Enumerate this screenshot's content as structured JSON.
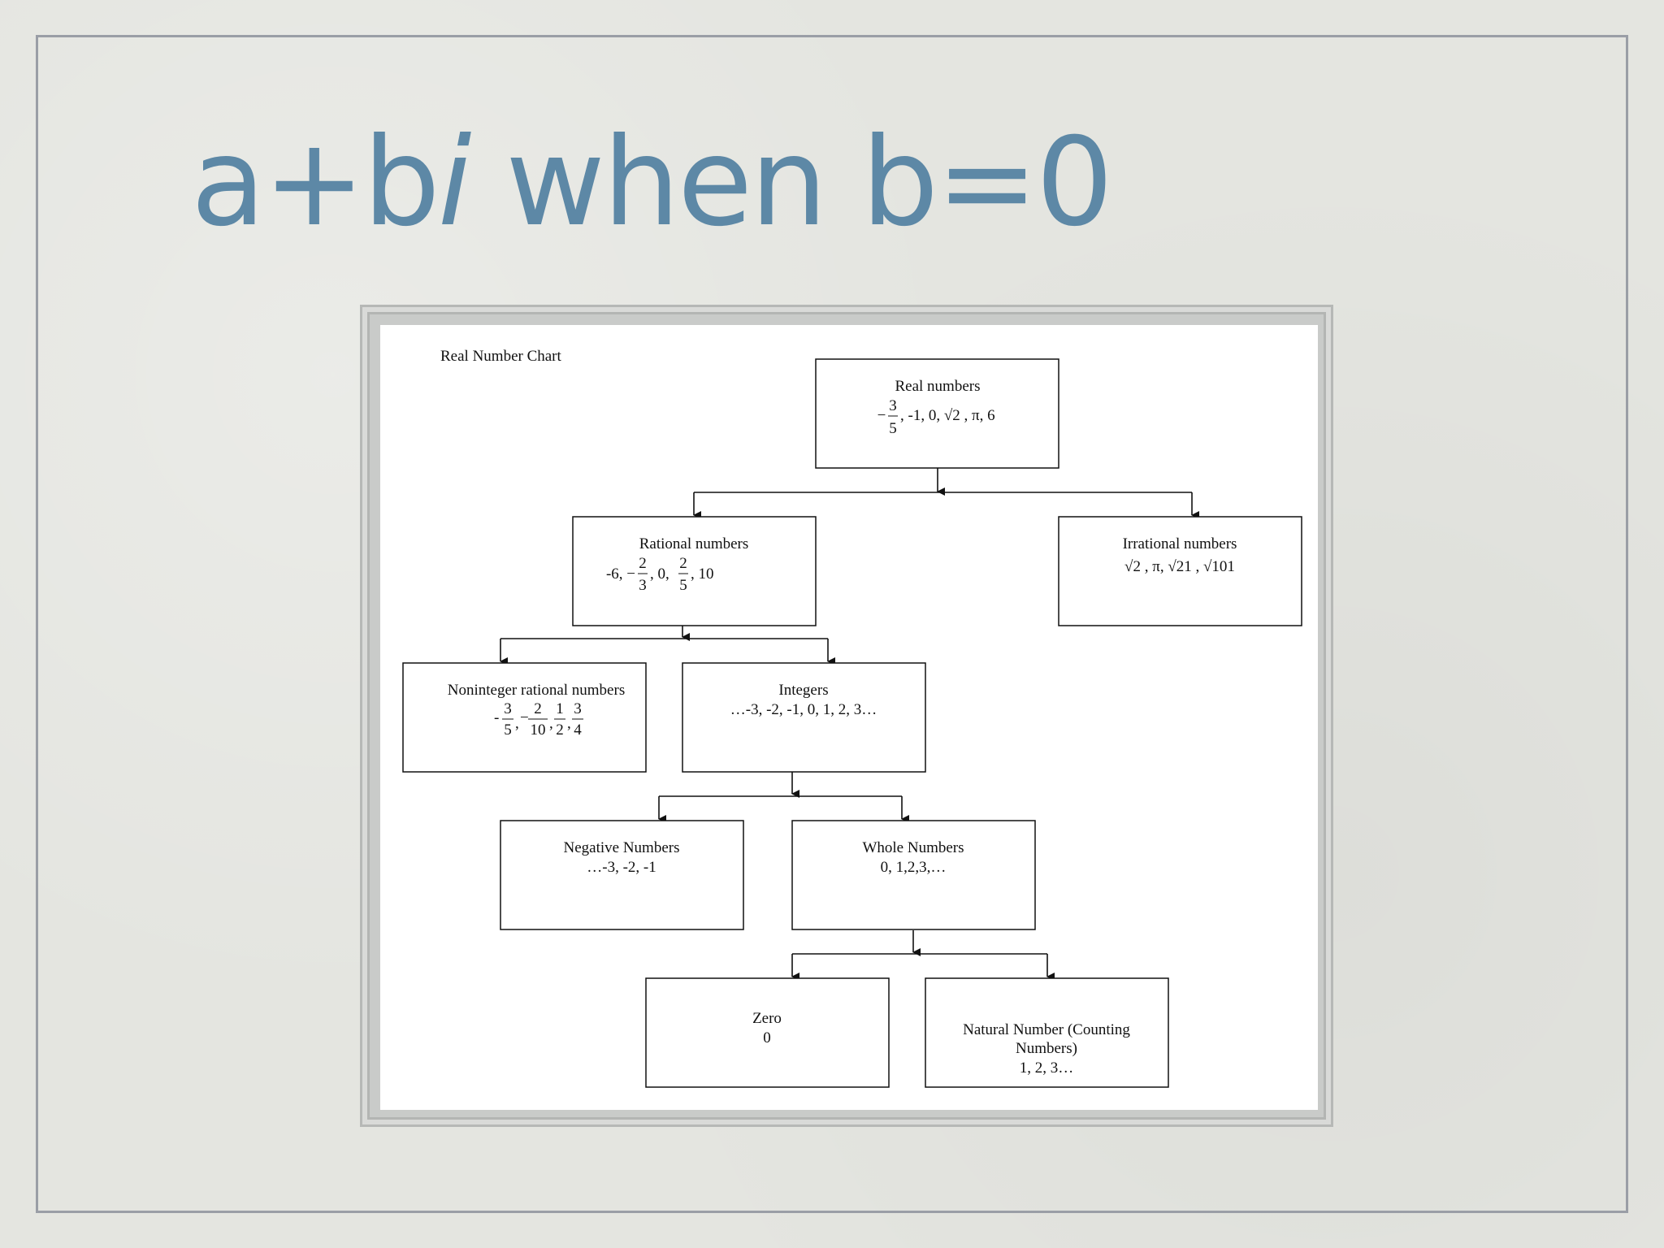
{
  "slide": {
    "title_part1": "a+b",
    "title_italic": "i",
    "title_part2": " when b=0"
  },
  "diagram": {
    "caption": "Real Number Chart",
    "nodes": {
      "real": {
        "title": "Real numbers",
        "examples": ", -1, 0, √2 , π, 6",
        "fraction": {
          "sign": "−",
          "num": "3",
          "den": "5"
        }
      },
      "rational": {
        "title": "Rational numbers",
        "prefix": "-6, −",
        "f1": {
          "num": "2",
          "den": "3"
        },
        "mid": ", 0,",
        "f2": {
          "num": "2",
          "den": "5"
        },
        "suffix": ", 10"
      },
      "irrational": {
        "title": "Irrational numbers",
        "examples": "√2 , π, √21 , √101"
      },
      "noninteger": {
        "title": "Noninteger rational numbers",
        "fractions": [
          {
            "sign": "-",
            "num": "3",
            "den": "5"
          },
          {
            "sign": "−",
            "num": "2",
            "den": "10"
          },
          {
            "sign": "",
            "num": "1",
            "den": "2"
          },
          {
            "sign": "",
            "num": "3",
            "den": "4"
          }
        ]
      },
      "integers": {
        "title": "Integers",
        "examples": "…-3, -2, -1, 0, 1, 2, 3…"
      },
      "negative": {
        "title": "Negative Numbers",
        "examples": "…-3, -2, -1"
      },
      "whole": {
        "title": "Whole Numbers",
        "examples": "0, 1,2,3,…"
      },
      "zero": {
        "title": "Zero",
        "examples": "0"
      },
      "natural": {
        "title_line1": "Natural Number (Counting",
        "title_line2": "Numbers)",
        "examples": "1, 2, 3…"
      }
    }
  }
}
